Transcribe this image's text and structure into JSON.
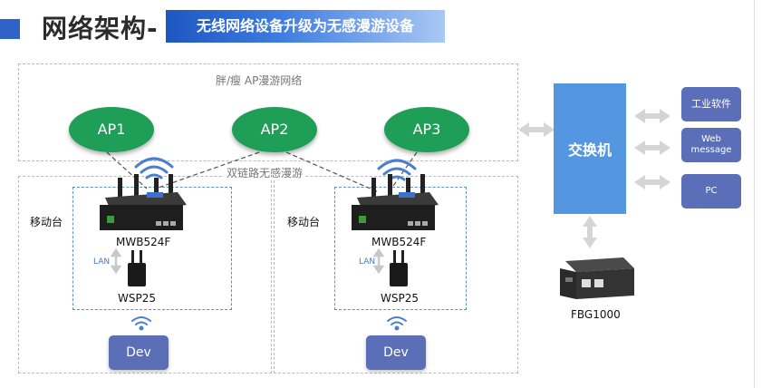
{
  "header": {
    "title": "网络架构-",
    "subtitle": "无线网络设备升级为无感漫游设备"
  },
  "zones": {
    "ap_zone_label": "胖/瘦 AP漫游网络",
    "dual_link_label": "双链路无感漫游"
  },
  "access_points": [
    "AP1",
    "AP2",
    "AP3"
  ],
  "mobile_stations": [
    {
      "label": "移动台",
      "router": "MWB524F",
      "lan": "LAN",
      "client": "WSP25",
      "dev": "Dev"
    },
    {
      "label": "移动台",
      "router": "MWB524F",
      "lan": "LAN",
      "client": "WSP25",
      "dev": "Dev"
    }
  ],
  "switch": {
    "label": "交换机"
  },
  "gateway": {
    "label": "FBG1000"
  },
  "right_items": [
    "工业软件",
    "Web message",
    "PC"
  ],
  "colors": {
    "ap_green": "#1f9e58",
    "switch_blue": "#5596e0",
    "button_blue": "#5b6fb8",
    "title_accent": "#2f63c8",
    "arrow_gray": "#d3d3d3"
  }
}
